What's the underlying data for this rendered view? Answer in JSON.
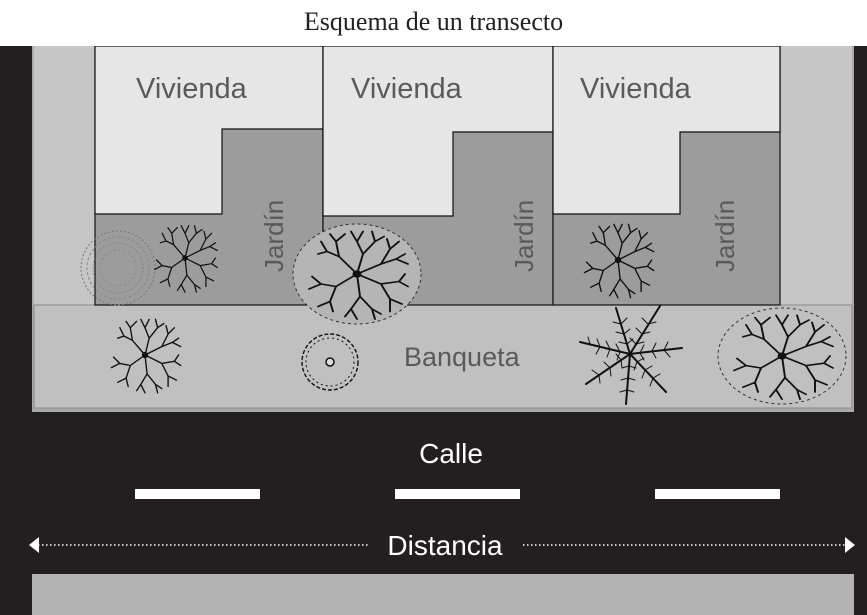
{
  "title": "Esquema de un transecto",
  "labels": {
    "houses": [
      "Vivienda",
      "Vivienda",
      "Vivienda"
    ],
    "gardens": [
      "Jardín",
      "Jardín",
      "Jardín"
    ],
    "sidewalk": "Banqueta",
    "street": "Calle",
    "distance": "Distancia"
  },
  "colors": {
    "outer_gray": "#a9a9a9",
    "lot_gray": "#c6c6c6",
    "garden_gray": "#9c9c9c",
    "house_fill": "#e6e6e6",
    "road": "#231f20",
    "label_text": "#5a5a5a",
    "road_text": "#ffffff"
  },
  "icons": {
    "trees": [
      "scribble-shrub-icon",
      "bare-tree-icon",
      "leafy-tree-icon",
      "bare-tree-icon",
      "bare-tree-icon",
      "spiky-round-shrub-icon",
      "palm-tree-icon",
      "leafy-tree-icon"
    ]
  }
}
